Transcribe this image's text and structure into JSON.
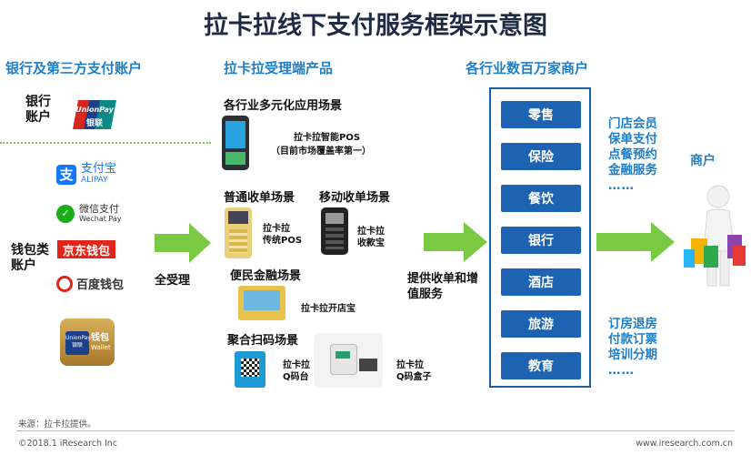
{
  "title": "拉卡拉线下支付服务框架示意图",
  "columns": {
    "left": "银行及第三方支付账户",
    "middle": "拉卡拉受理端产品",
    "right": "各行业数百万家商户"
  },
  "left": {
    "bank_label": [
      "银行",
      "账户"
    ],
    "unionpay_logo": {
      "en": "UnionPay",
      "cn": "银联"
    },
    "wallet_label": [
      "钱包类",
      "账户"
    ],
    "alipay": {
      "cn": "支付宝",
      "en": "ALIPAY"
    },
    "wechat": {
      "cn": "微信支付",
      "en": "Wechat Pay"
    },
    "jd": "京东钱包",
    "baidu": "百度钱包",
    "unionpay_wallet": {
      "en": "UnionPay",
      "cn": "钱包",
      "sub": "Wallet",
      "brand": "银联"
    }
  },
  "arrow1_label": "全受理",
  "middle": {
    "scene1": "各行业多元化应用场景",
    "pos_smart": "拉卡拉智能POS",
    "pos_smart_note": "（目前市场覆盖率第一）",
    "scene2": "普通收单场景",
    "scene3": "移动收单场景",
    "pos_traditional": [
      "拉卡拉",
      "传统POS"
    ],
    "pos_mobile": [
      "拉卡拉",
      "收款宝"
    ],
    "scene4": "便民金融场景",
    "shop_bao": "拉卡拉开店宝",
    "scene5": "聚合扫码场景",
    "qr_a": [
      "拉卡拉",
      "Q码台"
    ],
    "qr_b": [
      "拉卡拉",
      "Q码盒子"
    ]
  },
  "arrow2_label": [
    "提供收单和增",
    "值服务"
  ],
  "merchants": [
    "零售",
    "保险",
    "餐饮",
    "银行",
    "酒店",
    "旅游",
    "教育"
  ],
  "services_top": [
    "门店会员",
    "保单支付",
    "点餐预约",
    "金融服务",
    "……"
  ],
  "services_bottom": [
    "订房退房",
    "付款订票",
    "培训分期",
    "……"
  ],
  "merchant_label": "商户",
  "source": "来源：拉卡拉提供。",
  "copyright": "©2018.1 iResearch Inc",
  "website": "www.iresearch.com.cn",
  "colors": {
    "accent": "#1e7ec8",
    "merchant_box": "#1d63b2",
    "arrow": "#7ac943"
  }
}
